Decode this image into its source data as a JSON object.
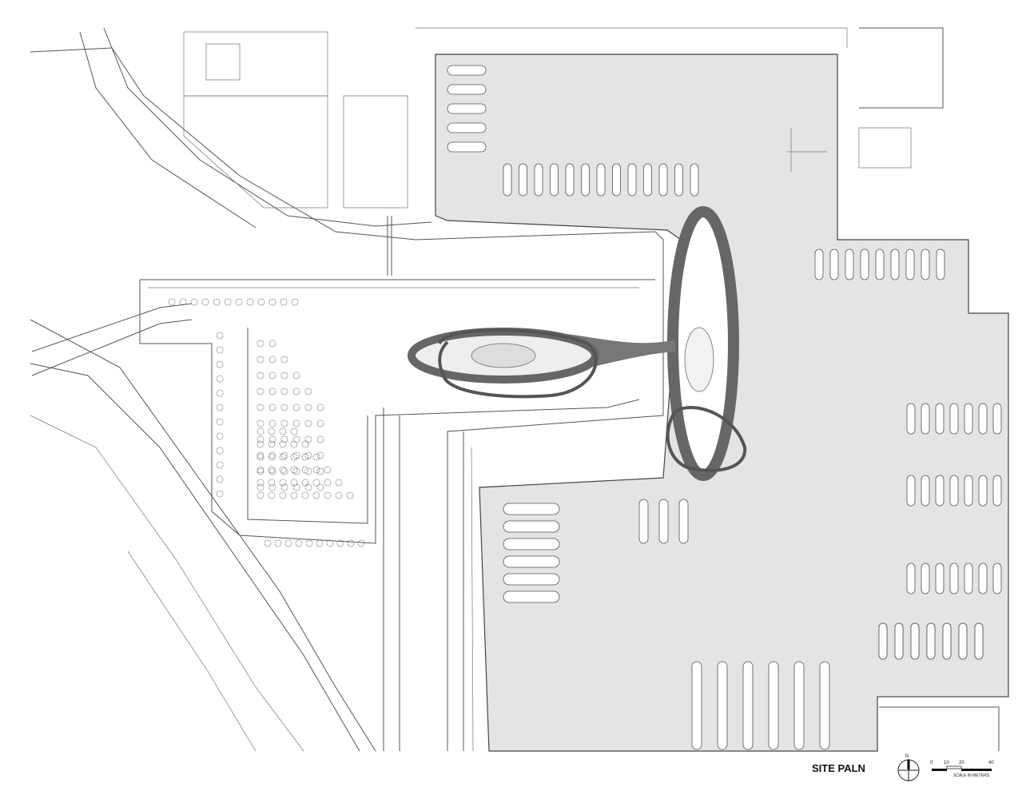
{
  "drawing": {
    "title": "SITE PALN",
    "north_label": "N",
    "scale": {
      "ticks": [
        "0",
        "10",
        "20",
        "40"
      ],
      "caption": "SCALE IN METERS"
    }
  },
  "colors": {
    "water": "#e4e4e4",
    "linework": "#555555",
    "structure": "#6e6e6e",
    "markup": "#555555"
  }
}
